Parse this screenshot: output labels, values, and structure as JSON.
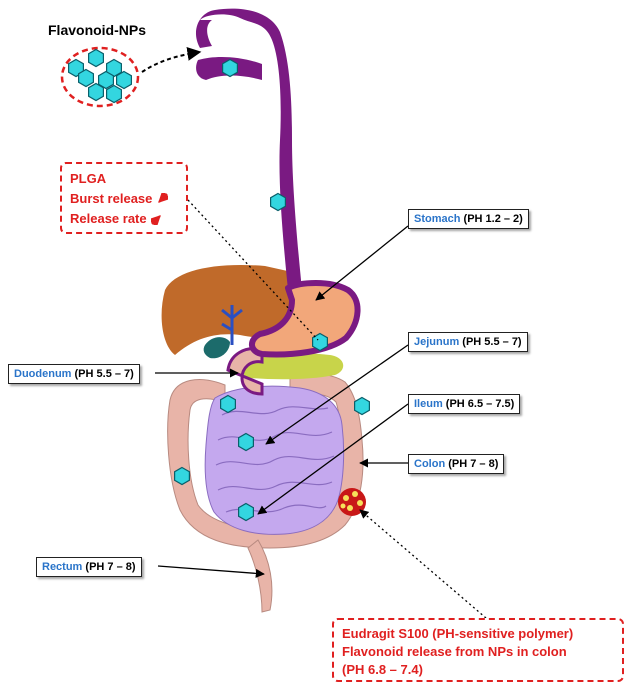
{
  "title": "Flavonoid-NPs",
  "plga_note": {
    "heading": "PLGA",
    "line1": "Burst release",
    "line2": "Release rate"
  },
  "labels": {
    "stomach": {
      "organ": "Stomach",
      "ph": "(PH 1.2 – 2)"
    },
    "jejunum": {
      "organ": "Jejunum",
      "ph": "(PH 5.5 – 7)"
    },
    "duodenum": {
      "organ": "Duodenum",
      "ph": "(PH 5.5 – 7)"
    },
    "ileum": {
      "organ": "Ileum",
      "ph": "(PH 6.5 – 7.5)"
    },
    "colon": {
      "organ": "Colon",
      "ph": "(PH 7 – 8)"
    },
    "rectum": {
      "organ": "Rectum",
      "ph": "(PH 7 – 8)"
    }
  },
  "eudragit_note": {
    "line1": "Eudragit S100 (PH-sensitive polymer)",
    "line2": "Flavonoid release from NPs in colon",
    "line3": "(PH 6.8 – 7.4)"
  },
  "colors": {
    "esophagus": "#7a1a82",
    "stomach": "#f2a77a",
    "liver": "#c06a2a",
    "intestine_small": "#c4a8ee",
    "intestine_large": "#e8b4a8",
    "nanoparticle": "#33d6e0",
    "annotation_red": "#e02020",
    "organ_label_blue": "#2a74c9"
  }
}
